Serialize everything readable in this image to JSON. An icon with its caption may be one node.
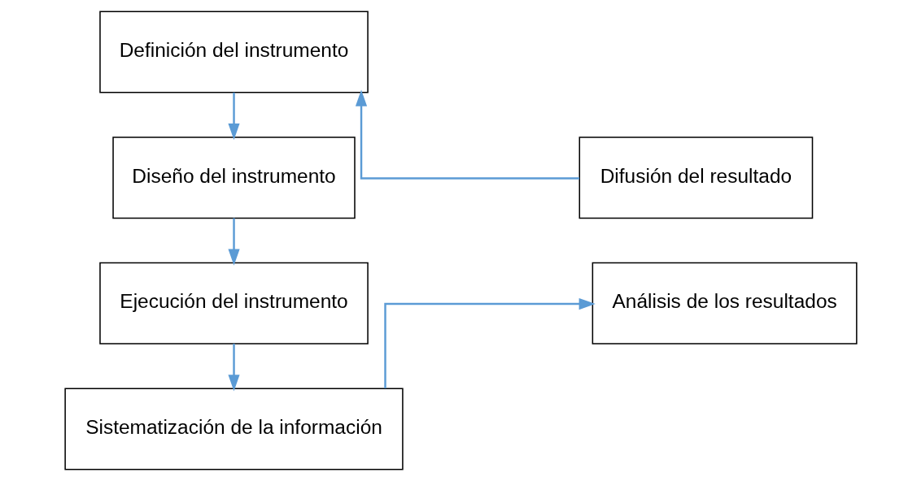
{
  "diagram": {
    "nodes": [
      {
        "text": [
          "Definición del instrumento"
        ]
      },
      {
        "text": [
          "Difusión del resultado"
        ]
      },
      {
        "text": [
          "Diseño del instrumento"
        ]
      },
      {
        "text": [
          "Análisis de los resultados"
        ]
      },
      {
        "text": [
          "Ejecución del instrumento"
        ]
      },
      {
        "text": [
          "Sistematización de la información"
        ]
      }
    ],
    "edges": [
      {
        "from": 1,
        "to": 0,
        "arrow": "to"
      },
      {
        "from": 0,
        "to": 2,
        "arrow": "to"
      },
      {
        "from": 2,
        "to": 4,
        "arrow": "to"
      },
      {
        "from": 4,
        "to": 5,
        "arrow": "to"
      },
      {
        "from": 5,
        "to": 3,
        "arrow": "to"
      }
    ]
  }
}
